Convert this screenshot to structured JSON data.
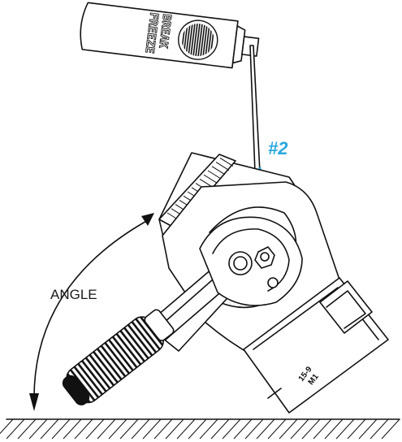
{
  "labels": {
    "angle": "ANGLE",
    "step": "#2",
    "can_line1": "BREAK",
    "can_line2": "FREEZE",
    "gauge_line1": "15-9",
    "gauge_line2": "M1"
  },
  "colors": {
    "accent": "#29a8e0",
    "ink": "#111111",
    "background": "#ffffff"
  },
  "icons": {
    "spray_can": "spray-can-icon",
    "direction_arrow": "down-arrow-icon",
    "angle_arrow": "curved-double-arrow-icon",
    "ground": "hatched-ground-icon"
  }
}
